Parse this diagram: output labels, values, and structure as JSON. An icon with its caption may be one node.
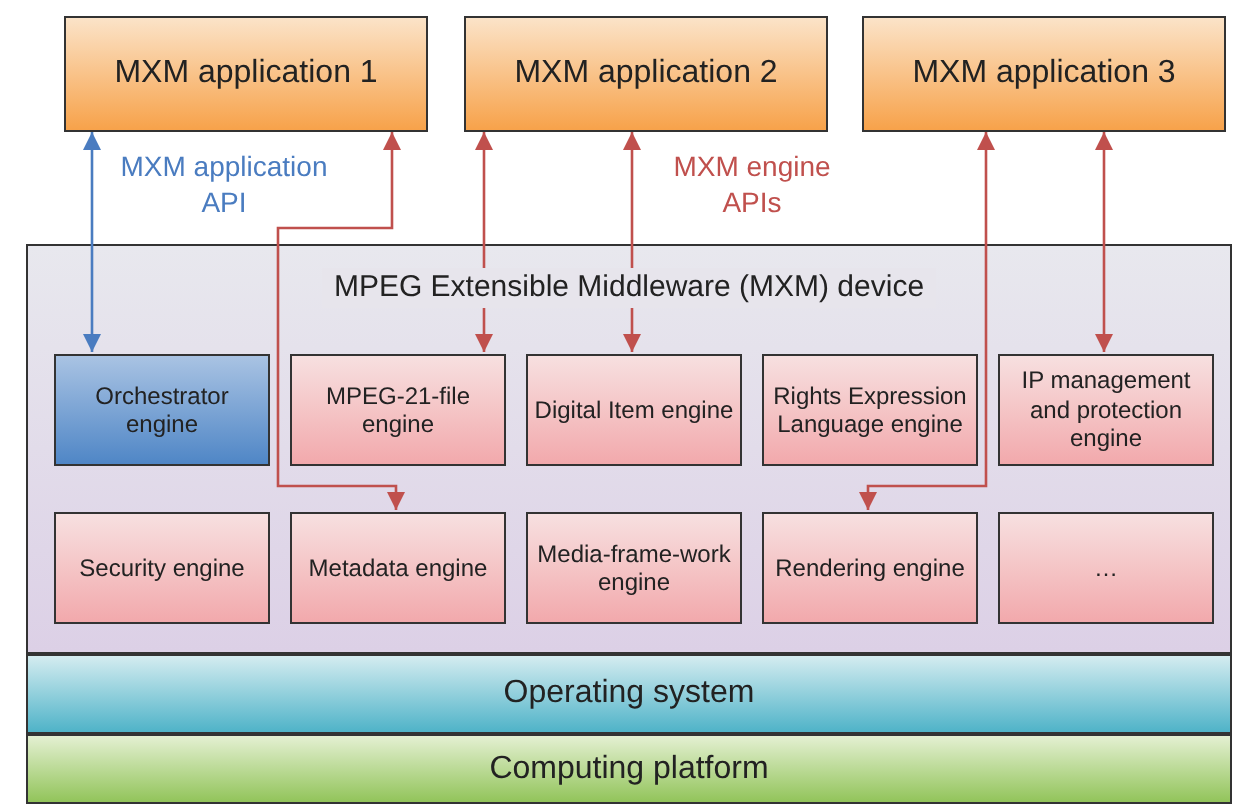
{
  "diagram": {
    "nodes": [
      {
        "text": [
          "MXM application 1"
        ]
      },
      {
        "text": [
          "MXM application 2"
        ]
      },
      {
        "text": [
          "MXM application 3"
        ]
      },
      {
        "text": [
          "MPEG Extensible Middleware (MXM) device"
        ]
      },
      {
        "text": [
          "Orchestrator engine"
        ],
        "in": 3
      },
      {
        "text": [
          "MPEG-21-file engine"
        ],
        "in": 3
      },
      {
        "text": [
          "Digital Item engine"
        ],
        "in": 3
      },
      {
        "text": [
          "Rights Expression Language engine"
        ],
        "in": 3
      },
      {
        "text": [
          "IP management and protection engine"
        ],
        "in": 3
      },
      {
        "text": [
          "Security engine"
        ],
        "in": 3
      },
      {
        "text": [
          "Metadata engine"
        ],
        "in": 3
      },
      {
        "text": [
          "Media-frame-work engine"
        ],
        "in": 3
      },
      {
        "text": [
          "Rendering engine"
        ],
        "in": 3
      },
      {
        "text": [
          "…"
        ],
        "in": 3
      },
      {
        "text": [
          "Operating system"
        ]
      },
      {
        "text": [
          "Computing platform"
        ]
      }
    ],
    "edges": [
      {
        "from": 0,
        "to": 4,
        "arrow": "both",
        "color": "#4a7cc0"
      },
      {
        "from": 0,
        "to": 10,
        "arrow": "both"
      },
      {
        "from": 1,
        "to": 5,
        "arrow": "both"
      },
      {
        "from": 1,
        "to": 6,
        "arrow": "both"
      },
      {
        "from": 2,
        "to": 12,
        "arrow": "both"
      },
      {
        "from": 2,
        "to": 8,
        "arrow": "both"
      }
    ],
    "labels": [
      "MXM application API",
      "MXM engine APIs"
    ]
  }
}
